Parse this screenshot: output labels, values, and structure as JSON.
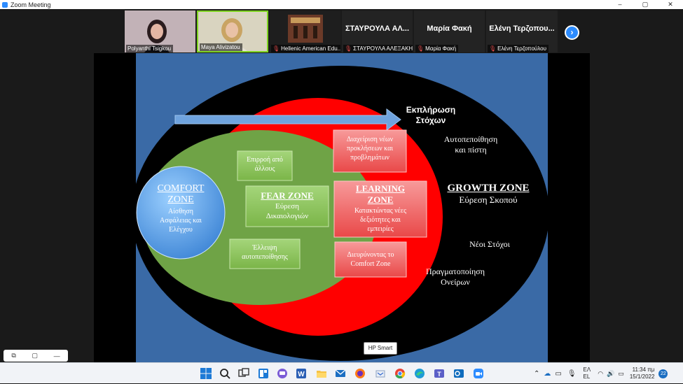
{
  "window": {
    "title": "Zoom Meeting",
    "controls": [
      "–",
      "▢",
      "✕"
    ]
  },
  "participants": [
    {
      "name": "Polyanthi Tsigkou",
      "muted": false,
      "video": true,
      "color": "#b69aa6"
    },
    {
      "name": "Maya Alivizatou",
      "muted": false,
      "video": true,
      "color": "#c9c2a6"
    },
    {
      "name": "Hellenic American Edu...",
      "muted": true,
      "video": true,
      "color": "#6b3a28"
    },
    {
      "name": "ΣΤΑΥΡΟΥΛΑ ΑΛΕΞΑΚΗ",
      "display": "ΣΤΑΥΡΟΥΛΑ ΑΛ...",
      "muted": true,
      "video": false
    },
    {
      "name": "Μαρία Φακή",
      "display": "Μαρία Φακή",
      "muted": true,
      "video": false
    },
    {
      "name": "Ελένη Τερζοπούλου",
      "display": "Ελένη Τερζοπου...",
      "muted": true,
      "video": false
    }
  ],
  "slide": {
    "arrow_label_1": "Εκπλήρωση",
    "arrow_label_2": "Στόχων",
    "comfort": {
      "title_1": "COMFORT",
      "title_2": "ZONE",
      "line_1": "Αίσθηση",
      "line_2": "Ασφάλειας και",
      "line_3": "Ελέγχου"
    },
    "fear": {
      "title": "FEAR ZONE",
      "line_1": "Εύρεση",
      "line_2": "Δικαιολογιών"
    },
    "fear_box_1": [
      "Επιρροή από",
      "άλλους"
    ],
    "fear_box_2": [
      "Έλλειψη",
      "αυτοπεποίθησης"
    ],
    "learning": {
      "title_1": "LEARNING",
      "title_2": "ZONE",
      "line_1": "Κατακτώντας νέες",
      "line_2": "δεξιότητες και",
      "line_3": "εμπειρίες"
    },
    "learning_box_top": [
      "Διαχείριση νέων",
      "προκλήσεων και",
      "προβλημάτων"
    ],
    "learning_box_bottom": [
      "Διευρύνοντας το",
      "Comfort Zone"
    ],
    "growth": {
      "title": "GROWTH ZONE",
      "line_1": "Εύρεση Σκοπού"
    },
    "growth_text_1": [
      "Αυτοπεποίθηση",
      "και πίστη"
    ],
    "growth_text_2": "Νέοι Στόχοι",
    "growth_text_3": [
      "Πραγματοποίηση",
      "Ονείρων"
    ],
    "colors": {
      "background": "#3a6aa6",
      "growth": "#000000",
      "learning": "#ff0000",
      "fear": "#6fa346",
      "comfort": "#4f96e0",
      "box_green": "#8cc65a",
      "box_red": "#f26a6a",
      "arrow": "#6fa3de"
    }
  },
  "hp_tooltip": "HP Smart",
  "mini_controls": [
    "⧉",
    "▢",
    "—"
  ],
  "taskbar": {
    "lang_1": "ΕΛ",
    "lang_2": "EL",
    "time": "11:34 πμ",
    "date": "15/1/2022",
    "notifications": "22"
  }
}
